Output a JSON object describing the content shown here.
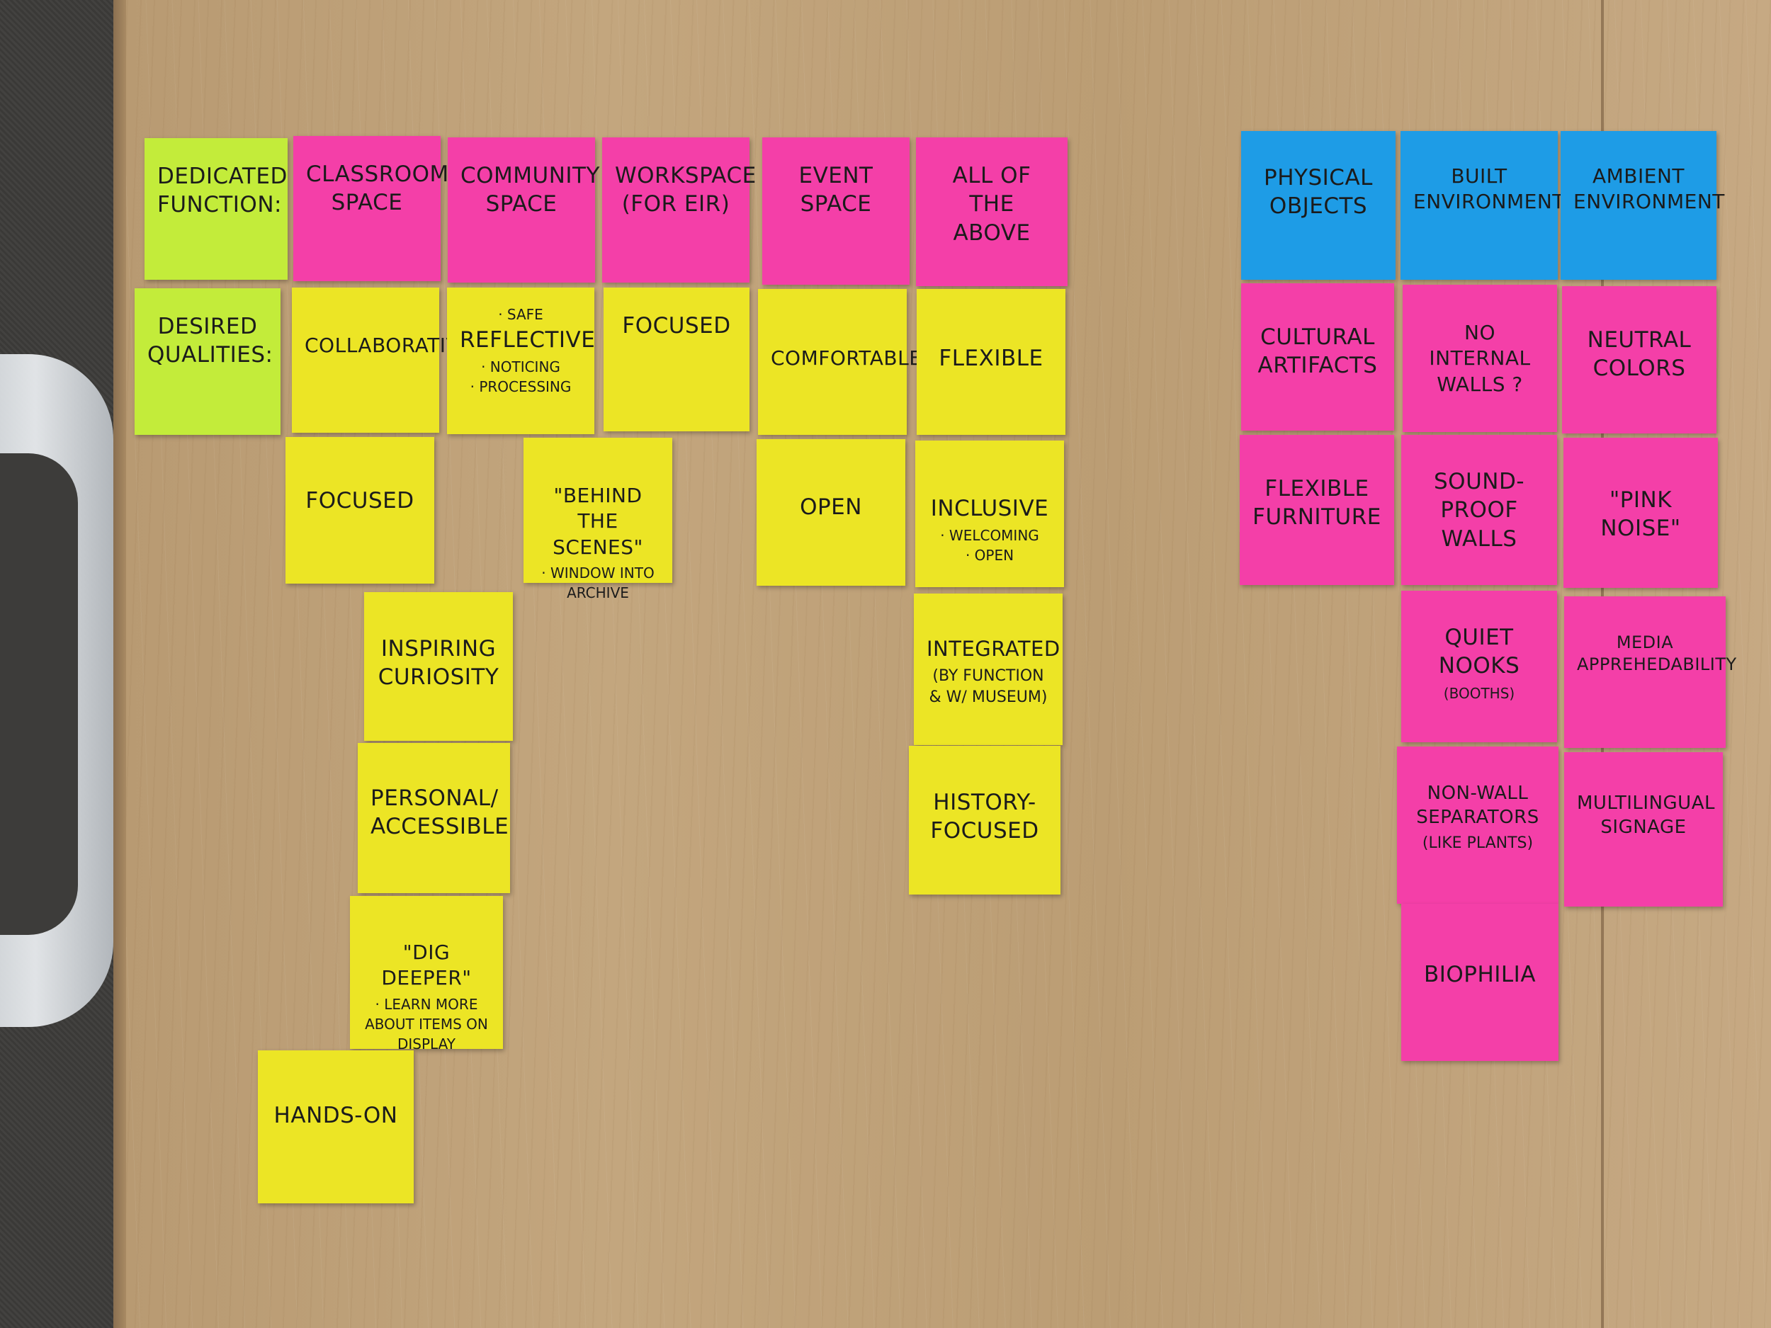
{
  "function_row": {
    "label": "Dedicated Function:",
    "spaces": [
      {
        "title": "Classroom Space"
      },
      {
        "title": "Community Space"
      },
      {
        "title": "Workspace (for EIR)"
      },
      {
        "title": "Event Space"
      },
      {
        "title": "All of the Above"
      }
    ]
  },
  "qualities_row": {
    "label": "Desired Qualities:",
    "classroom": [
      "Collaborative",
      "Focused",
      "Inspiring Curiosity",
      "Personal/ Accessible"
    ],
    "dig_deeper": {
      "title": "\"Dig Deeper\"",
      "note": "· Learn more about items on display"
    },
    "hands_on": "Hands-On",
    "community": {
      "pre": "· Safe",
      "title": "Reflective",
      "notes": "· Noticing\n· Processing"
    },
    "behind_scenes": {
      "title": "\"Behind the Scenes\"",
      "note": "· Window into archive"
    },
    "workspace": "Focused",
    "event": [
      "Comfortable",
      "Open"
    ],
    "all": [
      "Flexible"
    ],
    "inclusive": {
      "title": "Inclusive",
      "notes": "· Welcoming\n· Open"
    },
    "integrated": {
      "title": "Integrated",
      "note": "(by function & w/ museum)"
    },
    "history": "History- Focused"
  },
  "environment": {
    "headers": [
      "Physical Objects",
      "Built Environment",
      "Ambient Environment"
    ],
    "physical": [
      "Cultural Artifacts",
      "Flexible Furniture"
    ],
    "built": [
      "No Internal Walls ?",
      "Sound- Proof Walls",
      "Biophilia"
    ],
    "quiet": {
      "title": "Quiet Nooks",
      "note": "(Booths)"
    },
    "non_wall": {
      "title": "Non-Wall Separators",
      "note": "(like plants)"
    },
    "ambient": [
      "Neutral Colors",
      "\"Pink Noise\"",
      "Media Apprehedability",
      "Multilingual Signage"
    ]
  },
  "colors": {
    "yellow": "#ece525",
    "pink": "#f43fa8",
    "blue": "#1e9ce6",
    "green": "#c3ec3a",
    "wood": "#c3a67e"
  }
}
